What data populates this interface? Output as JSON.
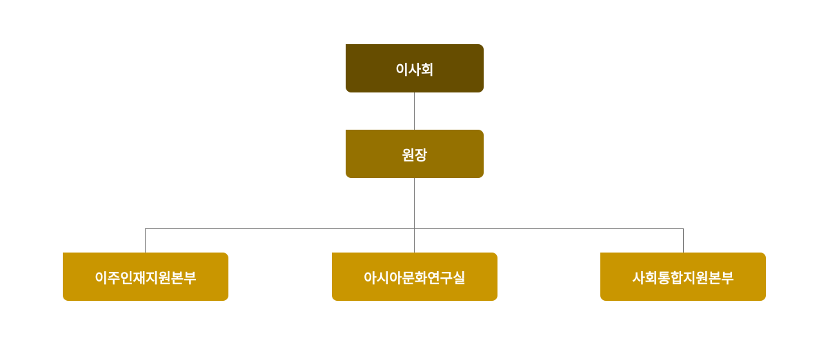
{
  "org_chart": {
    "board": "이사회",
    "director": "원장",
    "divisions": [
      "이주인재지원본부",
      "아시아문화연구실",
      "사회통합지원본부"
    ]
  },
  "colors": {
    "board": "#664d00",
    "director": "#957100",
    "division": "#c99600",
    "connector": "#777777",
    "text": "#ffffff",
    "background": "#ffffff"
  }
}
